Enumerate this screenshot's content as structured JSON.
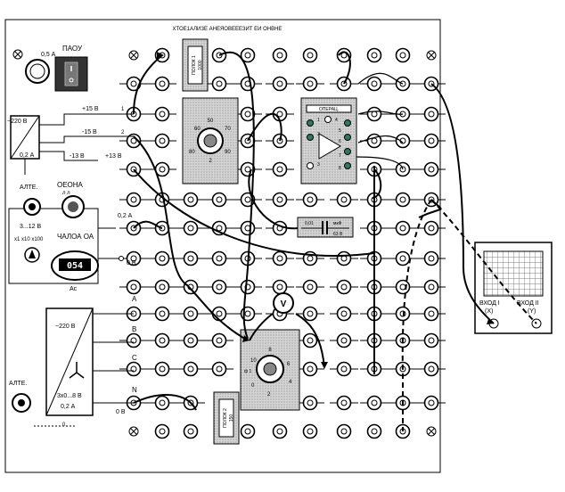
{
  "board": {
    "title": "ХТОЕ1АЛИЗЕ АНЕЯОВЕЕЕЗИТ ЕИ ОНВНЕ",
    "fuse_label": "0,5 А",
    "mains_switch_label": "ПАОУ"
  },
  "power_supply": {
    "input_label": "~220 В",
    "current_label": "0,2 А",
    "out_plus15": "+15 В",
    "out_minus15": "-15 В",
    "out_minus13": "-13 В",
    "out_plus13": "+13 В",
    "pin_a": "1",
    "pin_b": "2"
  },
  "generator": {
    "knob1_label": "АЛТЕ.",
    "knob2_label": "ОЕОНА",
    "knob2_sub": "л л",
    "range_label": "3...12 В",
    "current_label": "0,2 А",
    "mult_label": "x1 x10 x100",
    "freq_label": "ЧАЛОА ОА",
    "display_value": "054",
    "unit_label": "Ас",
    "fuse_label": "0 В"
  },
  "three_phase": {
    "input_label": "~220 В",
    "range_label": "3х0...8 В",
    "current_label": "0,2 А",
    "knob_label": "АЛТЕ.",
    "phase_a": "А",
    "phase_b": "В",
    "phase_c": "С",
    "neutral": "N",
    "neutral_fuse": "0 В",
    "ground_label": "0"
  },
  "modules": {
    "resistor_top_label": "ПОЛОК 1",
    "resistor_top_value": "1000",
    "switch_top_values": [
      "50",
      "60",
      "70",
      "80",
      "90",
      "2"
    ],
    "opamp_label": "ОПЕРАЦ.",
    "opamp_pins": [
      "1",
      "2",
      "3",
      "4",
      "5",
      "6",
      "7",
      "8"
    ],
    "capacitor_label": "0,01",
    "capacitor_unit": "мкФ",
    "capacitor_value": "63 В",
    "voltmeter_label": "V",
    "switch_bottom_values": [
      "10",
      "8",
      "6",
      "4",
      "2",
      "0"
    ],
    "switch_bottom_mark": "ф 1",
    "resistor_bottom_label": "ПОЛОК 2",
    "resistor_bottom_value": "150"
  },
  "oscilloscope": {
    "input_x": "ВХОД I",
    "input_x_sub": "(Х)",
    "input_y": "ВХОД II",
    "input_y_sub": "(Y)"
  }
}
